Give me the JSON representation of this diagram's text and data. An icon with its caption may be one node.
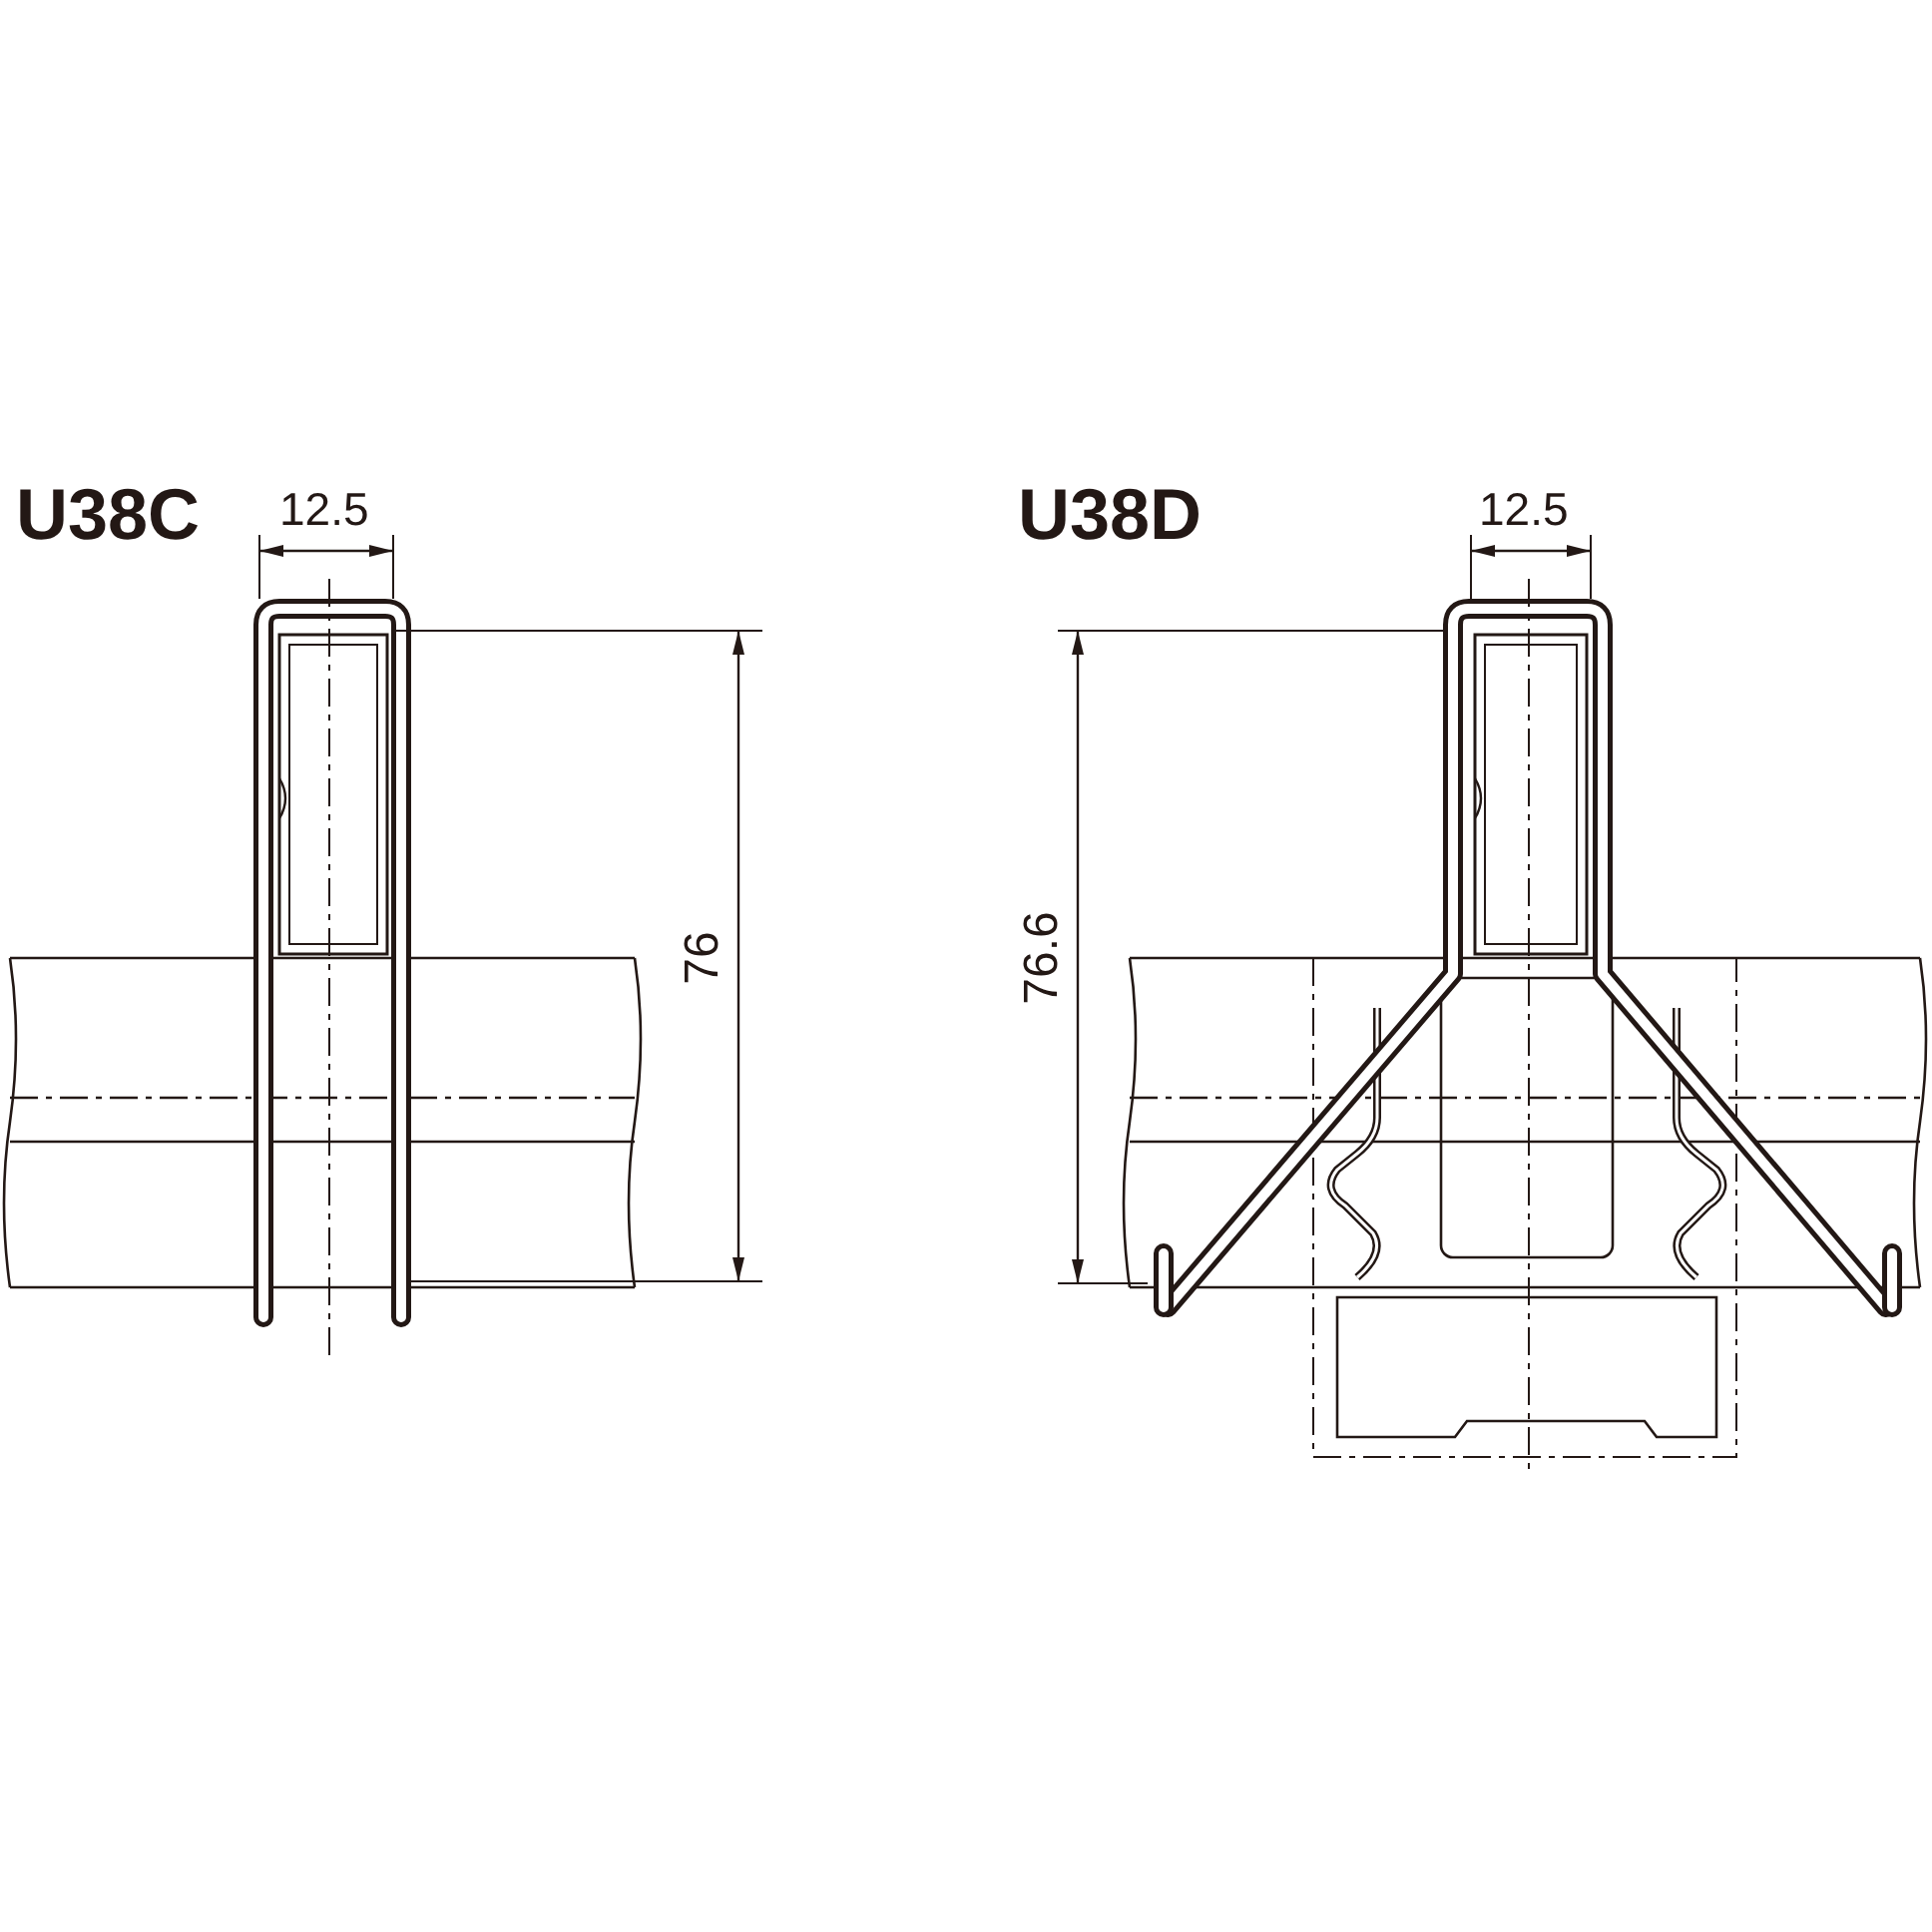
{
  "diagram": {
    "labels": [
      "U38C",
      "12.5",
      "76",
      "U38D",
      "12.5",
      "76.6"
    ]
  }
}
